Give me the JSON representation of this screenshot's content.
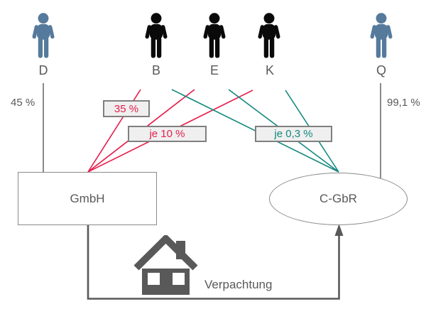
{
  "persons": [
    {
      "label": "D",
      "icon": "person-icon",
      "icon_color": "#567a9c",
      "share": "45 %"
    },
    {
      "label": "B",
      "icon": "person-icon",
      "icon_color": "#0a0a0a"
    },
    {
      "label": "E",
      "icon": "person-icon",
      "icon_color": "#0a0a0a"
    },
    {
      "label": "K",
      "icon": "person-icon",
      "icon_color": "#0a0a0a"
    },
    {
      "label": "Q",
      "icon": "person-icon",
      "icon_color": "#567a9c",
      "share": "99,1 %"
    }
  ],
  "share_boxes": [
    {
      "label": "35 %",
      "text_color": "#e61e4c"
    },
    {
      "label": "je 10 %",
      "text_color": "#e61e4c"
    },
    {
      "label": "je 0,3 %",
      "text_color": "#13897f"
    }
  ],
  "entities": {
    "gmbh": {
      "label": "GmbH",
      "shape": "rectangle"
    },
    "cgbr": {
      "label": "C-GbR",
      "shape": "ellipse"
    }
  },
  "lease": {
    "label": "Verpachtung",
    "icon": "house-icon"
  },
  "connections": [
    {
      "from": "D",
      "to": "GmbH",
      "label": "45 %",
      "color": "#595959",
      "style": "vertical-line"
    },
    {
      "from": "B",
      "to": "GmbH",
      "color": "#e61e4c",
      "label_box": "35 %"
    },
    {
      "from": "E",
      "to": "GmbH",
      "color": "#e61e4c",
      "label_box": "je 10 %"
    },
    {
      "from": "K",
      "to": "GmbH",
      "color": "#e61e4c",
      "label_box": "je 10 %"
    },
    {
      "from": "B",
      "to": "C-GbR",
      "color": "#13897f",
      "label_box": "je 0,3 %"
    },
    {
      "from": "E",
      "to": "C-GbR",
      "color": "#13897f",
      "label_box": "je 0,3 %"
    },
    {
      "from": "K",
      "to": "C-GbR",
      "color": "#13897f",
      "label_box": "je 0,3 %"
    },
    {
      "from": "Q",
      "to": "C-GbR",
      "label": "99,1 %",
      "color": "#595959",
      "style": "vertical-line"
    },
    {
      "from": "GmbH",
      "to": "C-GbR",
      "label": "Verpachtung",
      "color": "#595959",
      "style": "elbow-arrow"
    }
  ],
  "colors": {
    "person_blue": "#567a9c",
    "person_black": "#0a0a0a",
    "share_red": "#e61e4c",
    "share_teal": "#13897f",
    "gray_text": "#595959",
    "box_fill": "#efefef",
    "box_border": "#7f7f7f",
    "background": "#ffffff"
  }
}
